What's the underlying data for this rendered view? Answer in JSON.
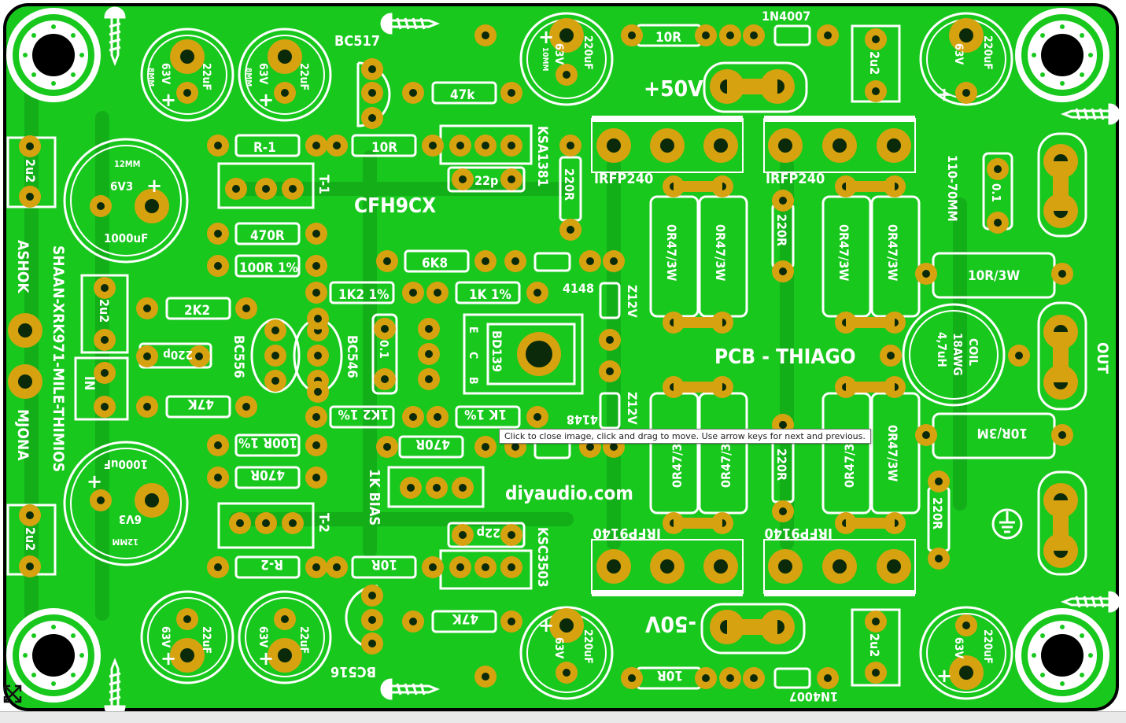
{
  "viewer": {
    "tooltip": "Click to close image, click and drag to move. Use arrow keys for next and previous.",
    "expand_icon": "expand-arrows-icon"
  },
  "colors": {
    "board": "#18c81d",
    "pad": "#d6a210",
    "silk": "#ffffff",
    "dark": "#0b5d0b"
  },
  "pcb": {
    "title": "PCB - THIAGO",
    "website": "diyaudio.com",
    "model": "CFH9CX",
    "credit_names": [
      "ASHOK",
      "MJONA"
    ],
    "credit_line": "SHAAN-XRK971-MILE-THIMIOS",
    "rails": [
      "+50V",
      "-50V"
    ],
    "in_label": "IN",
    "out_label": "OUT",
    "bias_label": "1K BIAS",
    "transistors": [
      "BC517",
      "BC516",
      "KSA1381",
      "KSC3503",
      "BC556",
      "BC546",
      "BD139",
      "IRFP240",
      "IRFP240",
      "IRFP9140",
      "IRFP9140"
    ],
    "diodes": [
      "1N4007",
      "1N4007",
      "4148",
      "4148",
      "Z12V",
      "Z12V"
    ],
    "trimmers": [
      "T-1",
      "T-2"
    ],
    "resistors": [
      "R-1",
      "R-2",
      "10R",
      "10R",
      "10R",
      "10R",
      "47k",
      "47K",
      "47K",
      "470R",
      "470R",
      "470R",
      "100R 1%",
      "100R 1%",
      "6K8",
      "1K2 1%",
      "1K2 1%",
      "1K 1%",
      "1K 1%",
      "2K2",
      "220R",
      "220R",
      "220R",
      "220R",
      "0R47/3W",
      "10R/3W",
      "10R/3M",
      "110-70MM"
    ],
    "capacitors": [
      "22uF",
      "63V",
      "8MM",
      "220uF",
      "10MM",
      "2u2",
      "1000uF",
      "6V3",
      "12MM",
      "22p",
      "220p",
      "0.1"
    ],
    "coil": [
      "COIL",
      "18AWG",
      "4,7uH"
    ],
    "bd139_pins": [
      "E",
      "C",
      "B"
    ]
  }
}
